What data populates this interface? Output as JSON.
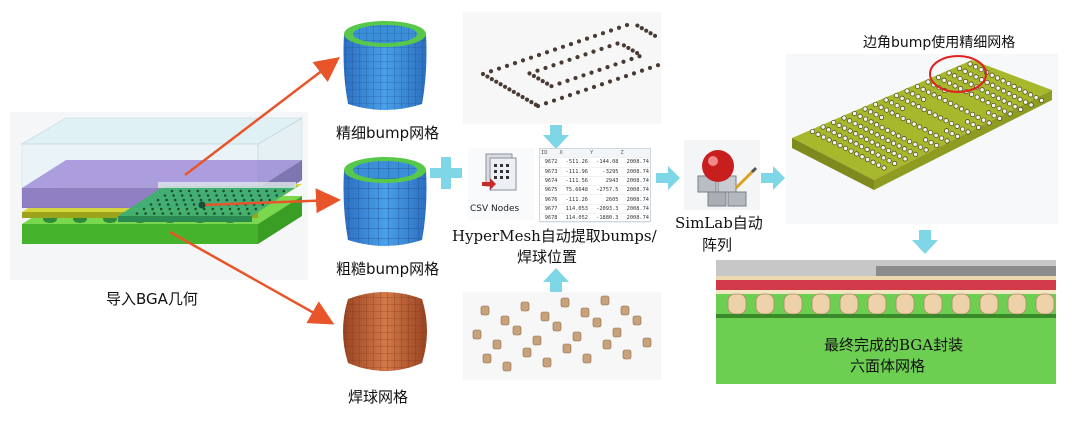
{
  "labels": {
    "import_bga": "导入BGA几何",
    "fine_bump_mesh": "精细bump网格",
    "coarse_bump_mesh": "粗糙bump网格",
    "solder_ball_mesh": "焊球网格",
    "csv_nodes": "CSV Nodes",
    "hypermesh_extract_line1": "HyperMesh自动提取bumps/",
    "hypermesh_extract_line2": "焊球位置",
    "simlab_auto_line1": "SimLab自动",
    "simlab_auto_line2": "阵列",
    "corner_bump_fine": "边角bump使用精细网格",
    "final_line1": "最终完成的BGA封装",
    "final_line2": "六面体网格"
  },
  "csv": {
    "headers": [
      "ID",
      "X",
      "Y",
      "Z"
    ],
    "rows": [
      [
        "9672",
        "-511.26",
        "-144.08",
        "2008.74"
      ],
      [
        "9673",
        "-111.96",
        "-3295",
        "2008.74"
      ],
      [
        "9674",
        "-111.56",
        "2943",
        "2008.74"
      ],
      [
        "9675",
        "75.6648",
        "-2757.5",
        "2008.74"
      ],
      [
        "9676",
        "-111.26",
        "2605",
        "2008.74"
      ],
      [
        "9677",
        "114.053",
        "-2093.3",
        "2008.74"
      ],
      [
        "9678",
        "114.052",
        "-1880.3",
        "2008.74"
      ]
    ]
  },
  "colors": {
    "arrow_red": "#e8552a",
    "arrow_cyan": "#7fd6e6",
    "mesh_blue": "#3a8fd8",
    "mesh_green_top": "#5cc84a",
    "ball_orange": "#c8663e",
    "board_olive": "#a8b82c",
    "package_purple": "#8a5fc8",
    "pcb_green": "#5ac238",
    "highlight_red": "#e02020"
  }
}
